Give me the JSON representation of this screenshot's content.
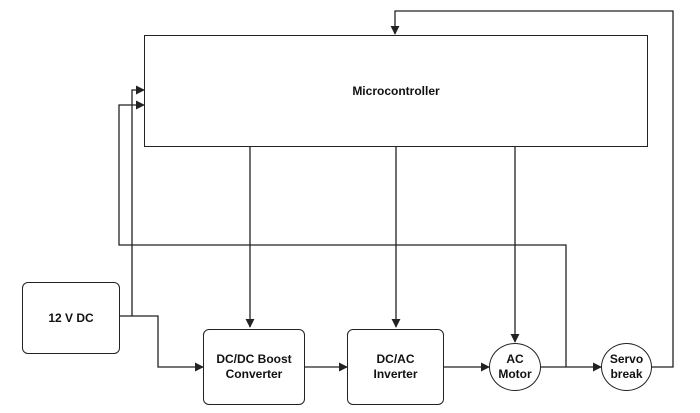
{
  "blocks": {
    "microcontroller": "Microcontroller",
    "source": "12 V DC",
    "boost": "DC/DC Boost\nConverter",
    "inverter": "DC/AC\nInverter",
    "motor": "AC\nMotor",
    "servo": "Servo\nbreak"
  },
  "colors": {
    "line": "#222222",
    "background": "#ffffff"
  }
}
